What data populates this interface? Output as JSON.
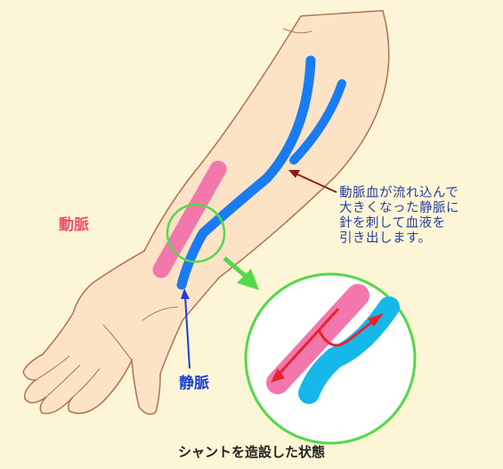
{
  "labels": {
    "artery": "動脈",
    "vein": "静脈"
  },
  "note_lines": [
    "動脈血が流れ込んで",
    "大きくなった静脈に",
    "針を刺して血液を",
    "引き出します。"
  ],
  "caption": "シャントを造設した状態",
  "colors": {
    "background": "#fdf6d6",
    "skin": "#fde3c6",
    "skin_outline": "#b07a55",
    "artery": "#f277ac",
    "vein": "#1a7cf2",
    "vein_inset": "#16b8ea",
    "highlight_circle": "#52d94a",
    "flow_arrow": "#e8232a",
    "pointer_arrow": "#8b1a1a"
  }
}
